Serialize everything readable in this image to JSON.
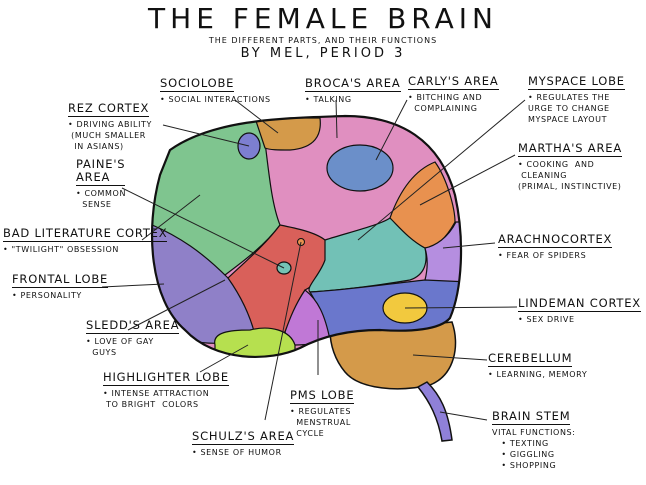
{
  "header": {
    "title": "THE FEMALE BRAIN",
    "subtitle": "THE DIFFERENT PARTS, AND THEIR FUNCTIONS",
    "byline": "BY MEL, PERIOD 3"
  },
  "regions": [
    {
      "id": "sociolobe",
      "name": "SOCIOLOBE",
      "desc": "• SOCIAL INTERACTIONS",
      "color": "#d49a4a"
    },
    {
      "id": "brocas-area",
      "name": "BROCA'S AREA",
      "desc": "• TALKING",
      "color": "#e08fc0"
    },
    {
      "id": "carlys-area",
      "name": "CARLY'S AREA",
      "desc": "• BITCHING AND\n  COMPLAINING",
      "color": "#6b8fc9"
    },
    {
      "id": "myspace-lobe",
      "name": "MYSPACE LOBE",
      "desc": "• REGULATES THE\nURGE TO CHANGE\nMYSPACE LAYOUT",
      "color": "#72c1b6"
    },
    {
      "id": "rez-cortex",
      "name": "REZ CORTEX",
      "desc": "• DRIVING ABILITY\n (MUCH SMALLER\n  IN ASIANS)",
      "color": "#7d7fd0"
    },
    {
      "id": "marthas-area",
      "name": "MARTHA'S AREA",
      "desc": "• COOKING  AND\n CLEANING\n(PRIMAL, INSTINCTIVE)",
      "color": "#e8914f"
    },
    {
      "id": "paines-area",
      "name": "PAINE'S\nAREA",
      "desc": "• COMMON\n  SENSE",
      "color": "#75c3b5"
    },
    {
      "id": "bad-literature-cortex",
      "name": "BAD LITERATURE CORTEX",
      "desc": "• \"TWILIGHT\" OBSESSION",
      "color": "#7fc58f"
    },
    {
      "id": "arachnocortex",
      "name": "ARACHNOCORTEX",
      "desc": "• FEAR OF SPIDERS",
      "color": "#b58ee0"
    },
    {
      "id": "frontal-lobe",
      "name": "FRONTAL LOBE",
      "desc": "• PERSONALITY",
      "color": "#8f80c8"
    },
    {
      "id": "lindeman-cortex",
      "name": "LINDEMAN CORTEX",
      "desc": "• SEX DRIVE",
      "color": "#f2c93e"
    },
    {
      "id": "sleds-area",
      "name": "SLEDD'S AREA",
      "desc": "• LOVE OF GAY\n  GUYS",
      "color": "#d9605a"
    },
    {
      "id": "cerebellum",
      "name": "CEREBELLUM",
      "desc": "• LEARNING, MEMORY",
      "color": "#d49a4a"
    },
    {
      "id": "highlighter-lobe",
      "name": "HIGHLIGHTER LOBE",
      "desc": "• INTENSE ATTRACTION\n TO BRIGHT  COLORS",
      "color": "#b6e04f"
    },
    {
      "id": "pms-lobe",
      "name": "PMS LOBE",
      "desc": "• REGULATES\n  MENSTRUAL\n  CYCLE",
      "color": "#c078d6"
    },
    {
      "id": "brain-stem",
      "name": "BRAIN STEM",
      "desc": "VITAL FUNCTIONS:\n   • TEXTING\n   • GIGGLING\n   • SHOPPING",
      "color": "#8f80d8"
    },
    {
      "id": "schulzs-area",
      "name": "SCHULZ'S AREA",
      "desc": "• SENSE OF HUMOR",
      "color": "#e8914f"
    }
  ],
  "extra_colors": {
    "lower-blue": "#6a77cc",
    "outline": "#111111"
  }
}
